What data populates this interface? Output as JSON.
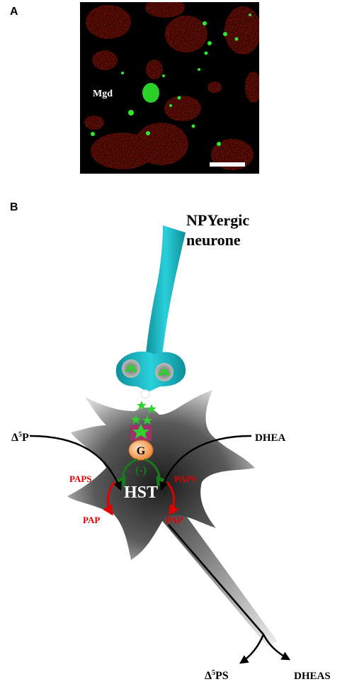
{
  "panel_a": {
    "letter": "A",
    "label_mgd": "Mgd"
  },
  "panel_b": {
    "letter": "B",
    "neurone_line1": "NPYergic",
    "neurone_line2": "neurone",
    "receptor": "G",
    "inhibition": "(-)",
    "enzyme": "HST",
    "left_substrate_delta": "Δ",
    "left_substrate_sup": "5",
    "left_substrate_rest": "P",
    "right_substrate": "DHEA",
    "cofactor_left": "PAPS",
    "cofactor_right": "PAPS",
    "byproduct_left": "PAP",
    "byproduct_right": "PAP",
    "product_left_delta": "Δ",
    "product_left_sup": "5",
    "product_left_rest": "PS",
    "product_right": "DHEAS"
  },
  "colors": {
    "neurone": "#20b8c4",
    "vesicle_green": "#2fd12f",
    "receptor": "#a0306a",
    "g_protein": "#f4a261",
    "cell_grey": "#8a8a8a",
    "cofactor_red": "#e00000",
    "inhibition_green": "#1a7a1a"
  }
}
